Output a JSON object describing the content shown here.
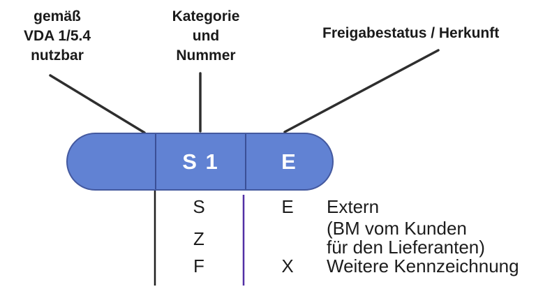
{
  "callouts": {
    "vda": {
      "line1": "gemäß",
      "line2": "VDA 1/5.4",
      "line3": "nutzbar"
    },
    "kategorie": {
      "line1": "Kategorie",
      "line2": "und",
      "line3": "Nummer"
    },
    "freigabe": {
      "text": "Freigabestatus / Herkunft"
    }
  },
  "tag": {
    "segment_blank": "",
    "segment_category": "S 1",
    "segment_status": "E"
  },
  "legend": {
    "category_codes": [
      "S",
      "Z",
      "F"
    ],
    "status_codes": [
      "E",
      "X"
    ],
    "desc_line1": "Extern",
    "desc_line2": "(BM vom Kunden",
    "desc_line3": "für den Lieferanten)",
    "desc_line4": "Weitere Kennzeichnung"
  },
  "colors": {
    "tag_fill": "#6182d3",
    "tag_border": "#44599f",
    "divider": "#3a4f96",
    "leader_line": "#2e2e2e",
    "purple_line": "#5230a5"
  }
}
